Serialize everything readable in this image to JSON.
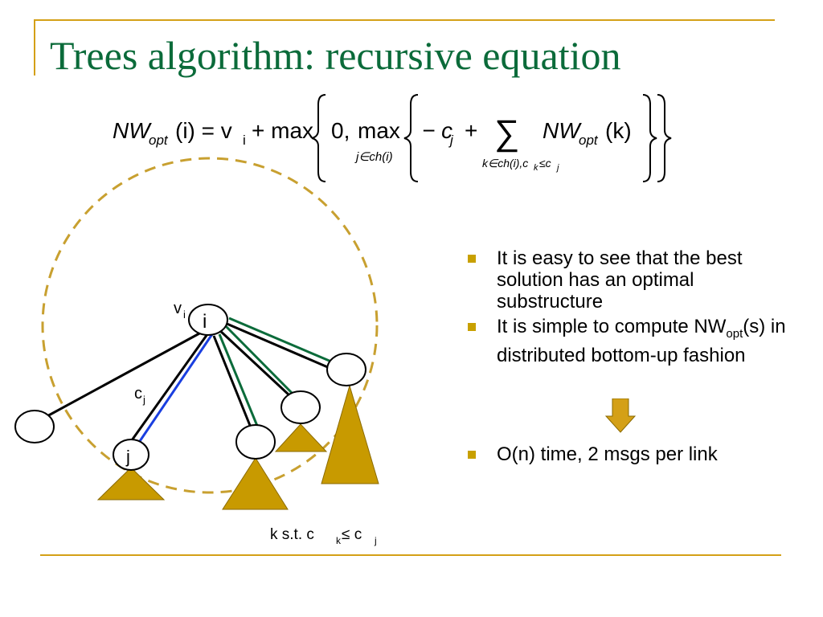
{
  "slide": {
    "title": "Trees algorithm: recursive equation",
    "equation": {
      "lhs_nw": "NW",
      "lhs_sub": "opt",
      "lhs_arg": "(i) = v",
      "lhs_v_sub": "i",
      "plus_max": "+ max",
      "zero": "0,",
      "max2": "max",
      "max2_sub": "j∈ch(i)",
      "minus_c": "− c",
      "c_sub": "j",
      "plus": "+",
      "sum": "∑",
      "sum_sub": "k∈ch(i),c",
      "sum_sub_k": "k",
      "sum_sub_tail": "≤c",
      "sum_sub_j": "j",
      "rhs_nw": "NW",
      "rhs_sub": "opt",
      "rhs_arg": "(k)"
    },
    "diagram": {
      "vi_label": "v",
      "vi_sub": "i",
      "root_label": "i",
      "cj_label": "c",
      "cj_sub": "j",
      "j_label": "j",
      "caption_main": "k s.t.  c",
      "caption_k": "k",
      "caption_le": " ≤ c",
      "caption_j": "j",
      "colors": {
        "circle_dashed": "#c8a030",
        "triangle_fill": "#c89a00",
        "blue_edge": "#1a3fe0",
        "green_edge": "#0b6b3a"
      }
    },
    "bullets": [
      {
        "text": "It is easy to see that the best solution has an optimal substructure"
      },
      {
        "text_a": "It is simple to compute NW",
        "sub": "opt",
        "text_b": "(s) in distributed bottom-up fashion"
      },
      {
        "text": "O(n) time, 2 msgs per link"
      }
    ],
    "theme": {
      "title_color": "#0b6b3a",
      "accent": "#d4a017",
      "arrow_color": "#d4a017"
    }
  }
}
